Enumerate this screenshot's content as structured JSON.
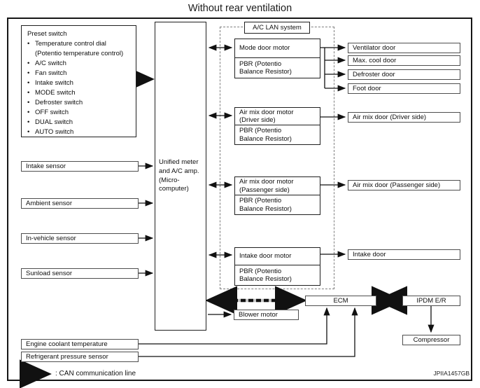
{
  "title": "Without rear ventilation",
  "figure_code": "JPIIA1457GB",
  "legend": {
    "can": ": CAN communication line"
  },
  "preset_switch": {
    "heading": "Preset switch",
    "bullet": "•",
    "items": [
      {
        "label": "Temperature control dial",
        "sub": "(Potentio temperature control)"
      },
      {
        "label": "A/C switch"
      },
      {
        "label": "Fan switch"
      },
      {
        "label": "Intake switch"
      },
      {
        "label": "MODE switch"
      },
      {
        "label": "Defroster switch"
      },
      {
        "label": "OFF switch"
      },
      {
        "label": "DUAL switch"
      },
      {
        "label": "AUTO switch"
      }
    ]
  },
  "controller": {
    "lines": [
      "Unified meter",
      "and A/C amp.",
      "(Micro-",
      "computer)"
    ]
  },
  "sensors": {
    "intake": "Intake sensor",
    "ambient": "Ambient sensor",
    "in_vehicle": "In-vehicle sensor",
    "sunload": "Sunload sensor",
    "engine_coolant": "Engine coolant temperature",
    "refrigerant": "Refrigerant pressure sensor"
  },
  "lan": {
    "label": "A/C LAN system",
    "mode_motor": "Mode door motor",
    "airmix_driver_motor_1": "Air mix door motor",
    "airmix_driver_motor_2": "(Driver side)",
    "airmix_passenger_motor_1": "Air mix door motor",
    "airmix_passenger_motor_2": "(Passenger side)",
    "intake_motor": "Intake door motor",
    "pbr_1": "PBR (Potentio",
    "pbr_2": "Balance Resistor)"
  },
  "doors": {
    "ventilator": "Ventilator door",
    "max_cool": "Max. cool door",
    "defroster": "Defroster door",
    "foot": "Foot door",
    "airmix_driver": "Air mix door (Driver side)",
    "airmix_passenger": "Air mix door (Passenger side)",
    "intake": "Intake door"
  },
  "modules": {
    "ecm": "ECM",
    "ipdm": "IPDM E/R",
    "compressor": "Compressor",
    "blower": "Blower motor"
  }
}
